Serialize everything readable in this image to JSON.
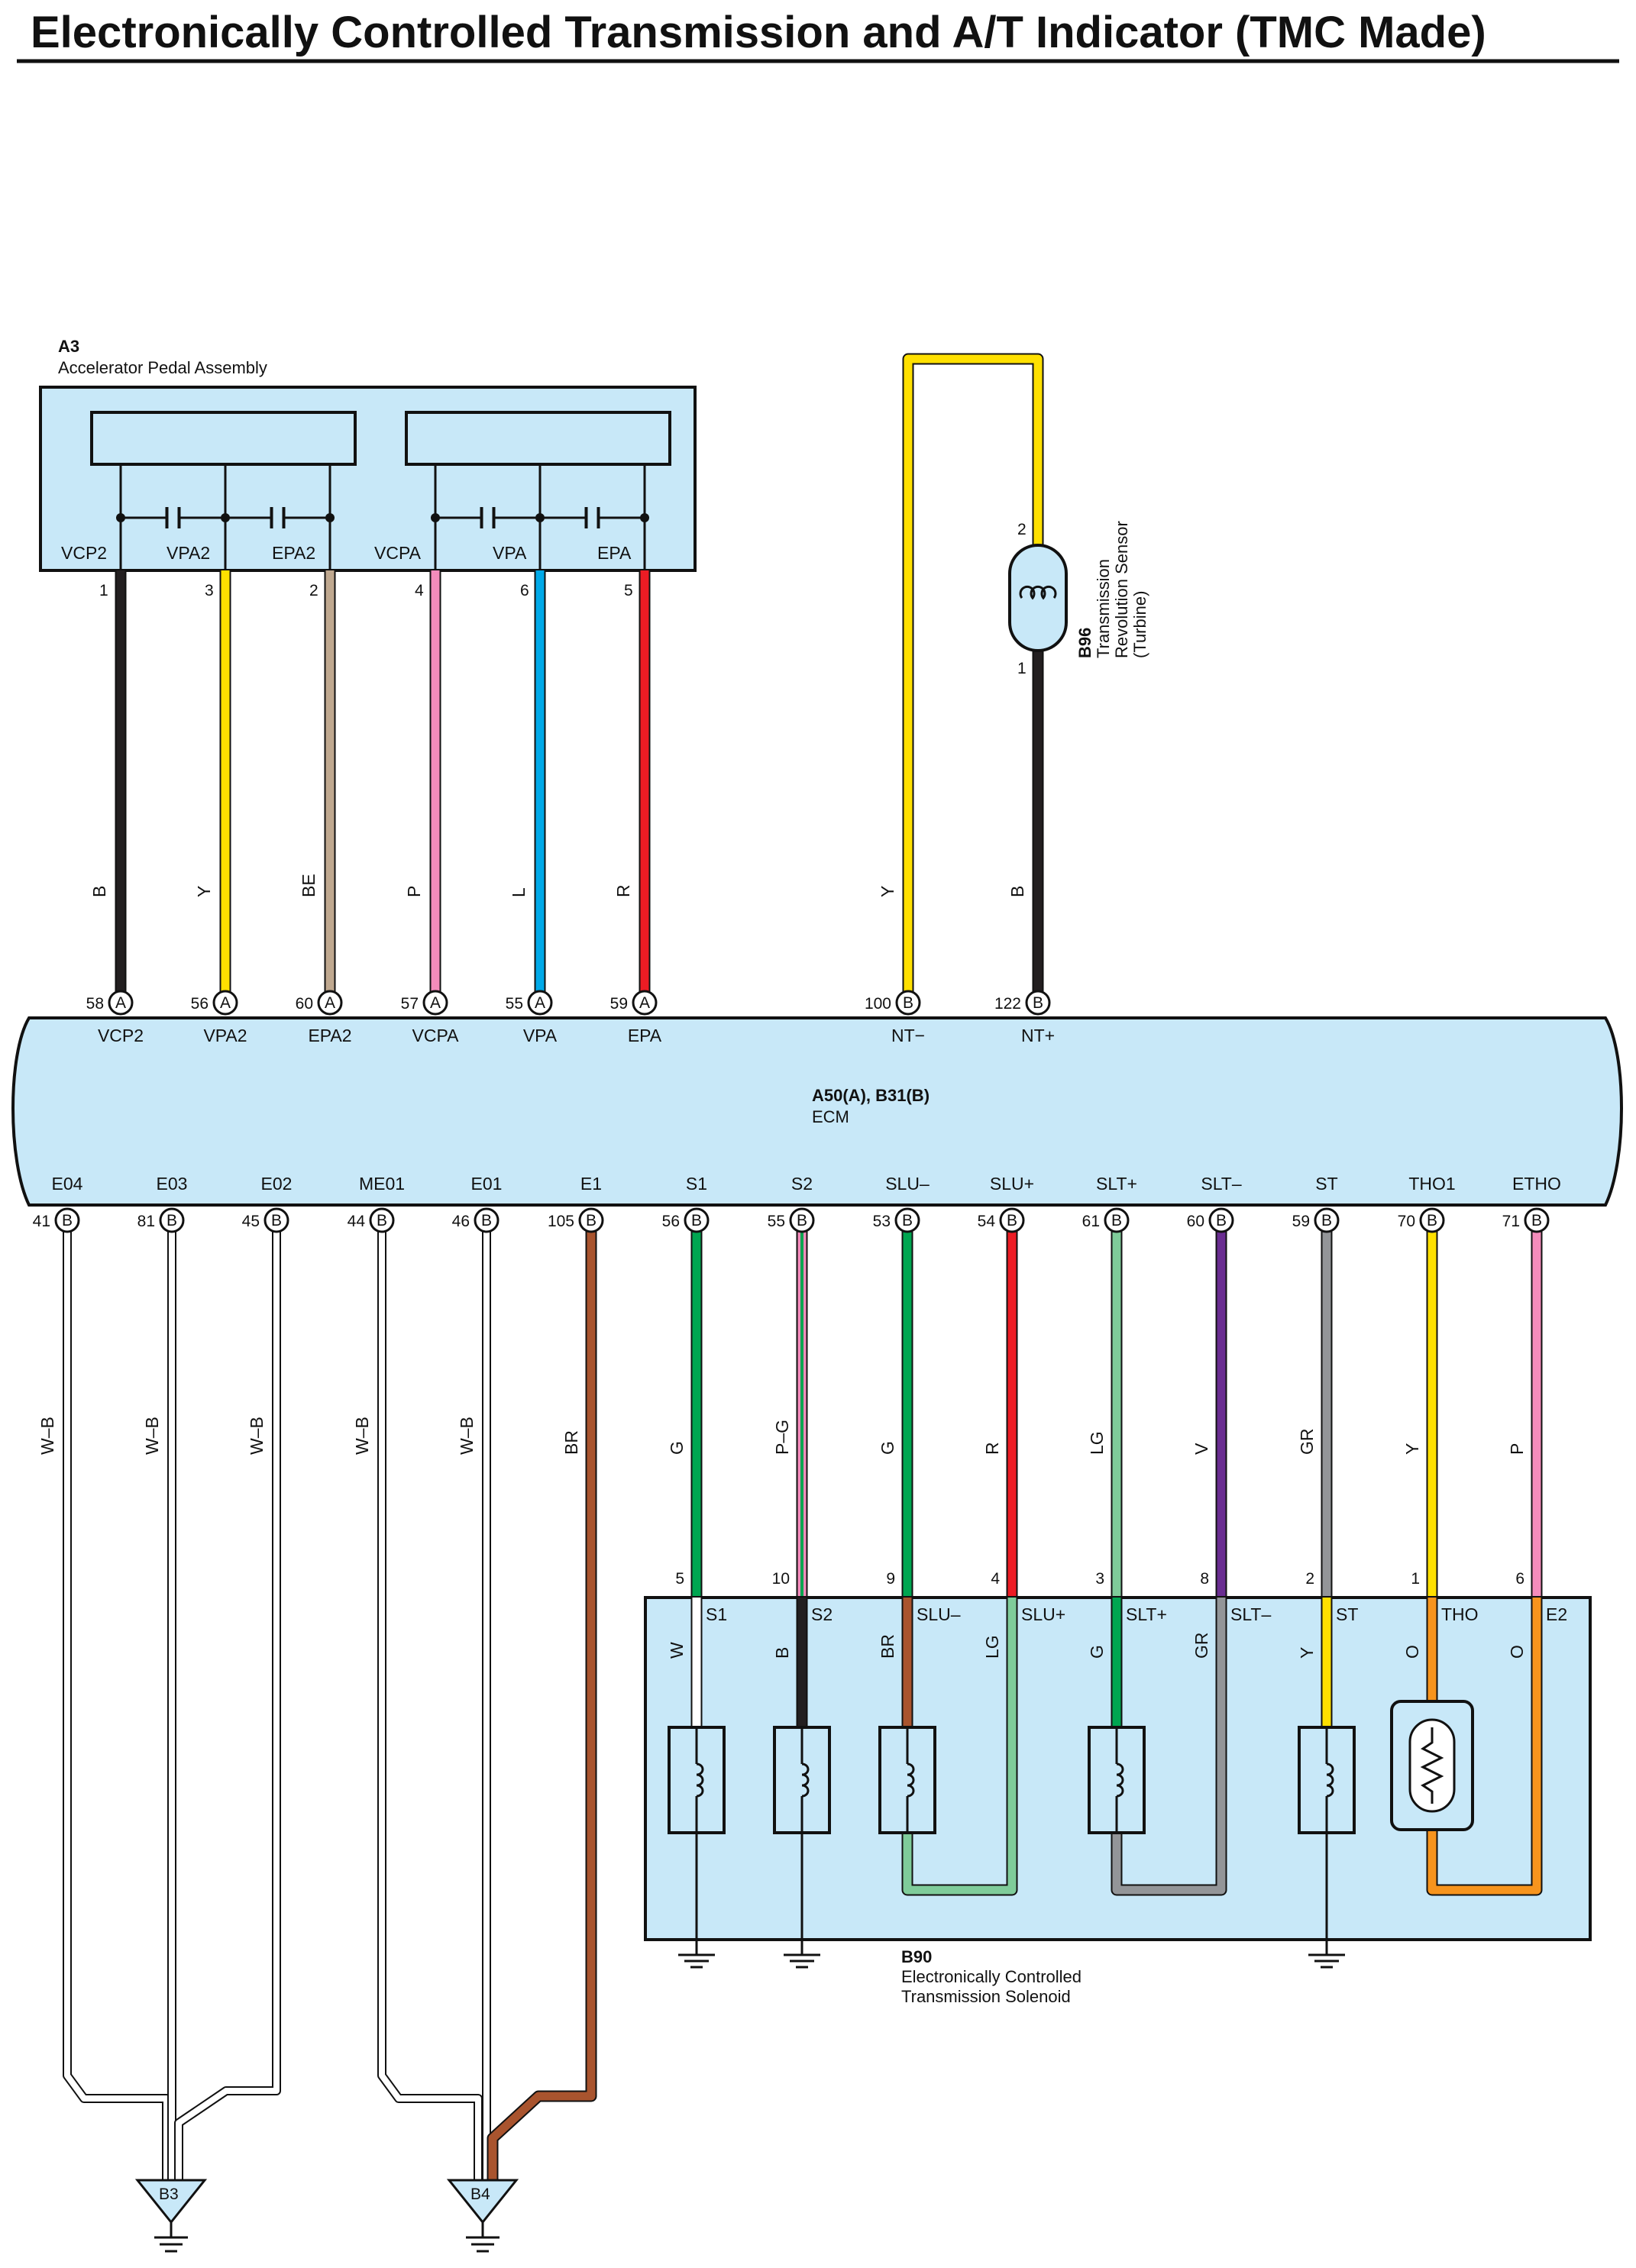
{
  "title": "Electronically Controlled Transmission and A/T Indicator (TMC Made)",
  "colors": {
    "B": "#231f20",
    "Y": "#ffe000",
    "BE": "#bfa88f",
    "P": "#f48cbb",
    "L": "#00a9e8",
    "R": "#ed1c24",
    "BR": "#a9542e",
    "G": "#00a651",
    "LG": "#7fcc9a",
    "V": "#6a2d91",
    "GR": "#939598",
    "W": "#ffffff",
    "O": "#f7941d",
    "box": "#c8e8f8"
  },
  "pedal": {
    "code": "A3",
    "name": "Accelerator Pedal Assembly",
    "terminals": [
      {
        "label": "VCP2",
        "pin": "1",
        "wire": "B"
      },
      {
        "label": "VPA2",
        "pin": "3",
        "wire": "Y"
      },
      {
        "label": "EPA2",
        "pin": "2",
        "wire": "BE"
      },
      {
        "label": "VCPA",
        "pin": "4",
        "wire": "P"
      },
      {
        "label": "VPA",
        "pin": "6",
        "wire": "L"
      },
      {
        "label": "EPA",
        "pin": "5",
        "wire": "R"
      }
    ]
  },
  "sensor": {
    "code": "B96",
    "name_lines": [
      "Transmission",
      "Revolution Sensor",
      "(Turbine)"
    ],
    "pins": [
      "2",
      "1"
    ]
  },
  "ecm": {
    "code": "A50(A), B31(B)",
    "name": "ECM",
    "top": [
      {
        "label": "VCP2",
        "pin": "58",
        "conn": "A",
        "wire": "B"
      },
      {
        "label": "VPA2",
        "pin": "56",
        "conn": "A",
        "wire": "Y"
      },
      {
        "label": "EPA2",
        "pin": "60",
        "conn": "A",
        "wire": "BE"
      },
      {
        "label": "VCPA",
        "pin": "57",
        "conn": "A",
        "wire": "P"
      },
      {
        "label": "VPA",
        "pin": "55",
        "conn": "A",
        "wire": "L"
      },
      {
        "label": "EPA",
        "pin": "59",
        "conn": "A",
        "wire": "R"
      },
      {
        "label": "NT−",
        "pin": "100",
        "conn": "B",
        "wire": "Y"
      },
      {
        "label": "NT+",
        "pin": "122",
        "conn": "B",
        "wire": "B"
      }
    ],
    "bottom": [
      {
        "label": "E04",
        "pin": "41",
        "conn": "B",
        "wire": "W–B"
      },
      {
        "label": "E03",
        "pin": "81",
        "conn": "B",
        "wire": "W–B"
      },
      {
        "label": "E02",
        "pin": "45",
        "conn": "B",
        "wire": "W–B"
      },
      {
        "label": "ME01",
        "pin": "44",
        "conn": "B",
        "wire": "W–B"
      },
      {
        "label": "E01",
        "pin": "46",
        "conn": "B",
        "wire": "W–B"
      },
      {
        "label": "E1",
        "pin": "105",
        "conn": "B",
        "wire": "BR"
      },
      {
        "label": "S1",
        "pin": "56",
        "conn": "B",
        "wire": "G"
      },
      {
        "label": "S2",
        "pin": "55",
        "conn": "B",
        "wire": "P–G"
      },
      {
        "label": "SLU–",
        "pin": "53",
        "conn": "B",
        "wire": "G"
      },
      {
        "label": "SLU+",
        "pin": "54",
        "conn": "B",
        "wire": "R"
      },
      {
        "label": "SLT+",
        "pin": "61",
        "conn": "B",
        "wire": "LG"
      },
      {
        "label": "SLT–",
        "pin": "60",
        "conn": "B",
        "wire": "V"
      },
      {
        "label": "ST",
        "pin": "59",
        "conn": "B",
        "wire": "GR"
      },
      {
        "label": "THO1",
        "pin": "70",
        "conn": "B",
        "wire": "Y"
      },
      {
        "label": "ETHO",
        "pin": "71",
        "conn": "B",
        "wire": "P"
      }
    ]
  },
  "solenoid": {
    "code": "B90",
    "name_lines": [
      "Electronically Controlled",
      "Transmission Solenoid"
    ],
    "terminals": [
      {
        "label": "S1",
        "pin": "5",
        "inner": "W"
      },
      {
        "label": "S2",
        "pin": "10",
        "inner": "B"
      },
      {
        "label": "SLU–",
        "pin": "9",
        "inner": "BR"
      },
      {
        "label": "SLU+",
        "pin": "4",
        "inner": "LG"
      },
      {
        "label": "SLT+",
        "pin": "3",
        "inner": "G"
      },
      {
        "label": "SLT–",
        "pin": "8",
        "inner": "GR"
      },
      {
        "label": "ST",
        "pin": "2",
        "inner": "Y"
      },
      {
        "label": "THO",
        "pin": "1",
        "inner": "O"
      },
      {
        "label": "E2",
        "pin": "6",
        "inner": "O"
      }
    ]
  },
  "grounds": [
    "B3",
    "B4"
  ]
}
